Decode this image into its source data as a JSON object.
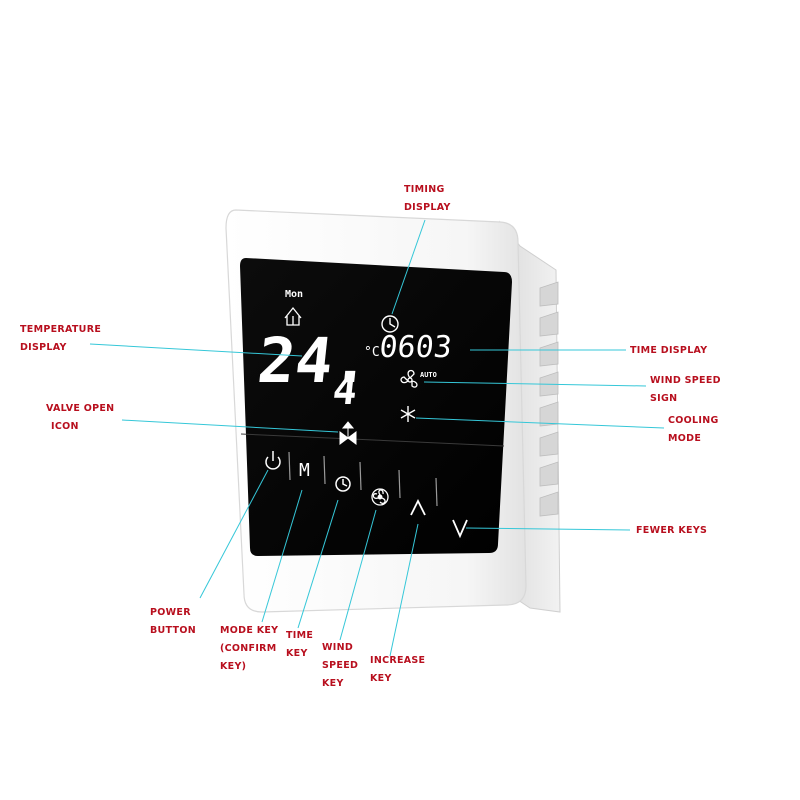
{
  "display": {
    "day": "Mon",
    "temperature": "24.",
    "temperature_decimal": "4",
    "temperature_unit": "°C",
    "time": "0603",
    "fan_mode": "AUTO",
    "mode_key_symbol": "M"
  },
  "labels": {
    "timing_display": [
      "TIMING",
      "DISPLAY"
    ],
    "temperature_display": [
      "TEMPERATURE",
      "DISPLAY"
    ],
    "time_display": [
      "TIME DISPLAY"
    ],
    "wind_speed_sign": [
      "WIND SPEED",
      "SIGN"
    ],
    "valve_open_icon": [
      "VALVE OPEN",
      "ICON"
    ],
    "cooling_mode": [
      "COOLING",
      "MODE"
    ],
    "fewer_keys": [
      "FEWER KEYS"
    ],
    "power_button": [
      "POWER",
      "BUTTON"
    ],
    "mode_key": [
      "MODE KEY",
      "(CONFIRM",
      "KEY)"
    ],
    "time_key": [
      "TIME",
      "KEY"
    ],
    "wind_speed_key": [
      "WIND",
      "SPEED",
      "KEY"
    ],
    "increase_key": [
      "INCREASE",
      "KEY"
    ]
  },
  "colors": {
    "label_text": "#b80f1e",
    "leader_line": "#35c7d8",
    "screen": "#050505",
    "bezel": "#f7f7f7"
  }
}
